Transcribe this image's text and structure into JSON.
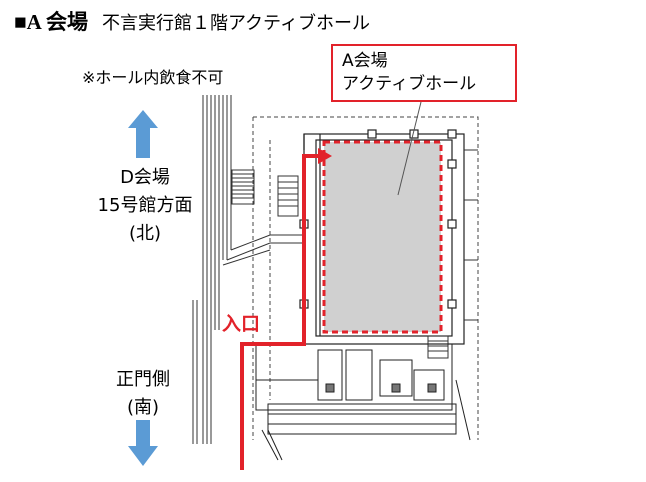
{
  "title": {
    "head": "■A 会場",
    "rest": "不言実行館１階アクティブホール"
  },
  "note": "※ホール内飲食不可",
  "callout": {
    "line1": "A会場",
    "line2": "アクティブホール"
  },
  "direction_north": {
    "line1": "D会場",
    "line2": "15号館方面",
    "line3": "(北)"
  },
  "direction_south": {
    "line1": "正門側",
    "line2": "(南)"
  },
  "entrance_label": "入口",
  "colors": {
    "accent_red": "#e2222a",
    "arrow_blue": "#5b9bd5",
    "hall_fill": "#d0d0d0"
  },
  "icons": [
    "arrow-up-icon",
    "arrow-down-icon"
  ]
}
